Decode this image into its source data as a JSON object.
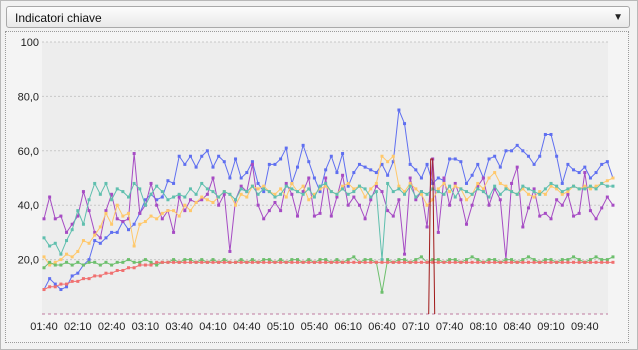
{
  "header": {
    "dropdown_label": "Indicatori chiave"
  },
  "icons": {
    "dropdown_arrow": "triangle-down-icon"
  },
  "colors": {
    "blue": "#5f6ff0",
    "purple": "#a64bc4",
    "orange": "#ffc86a",
    "teal": "#5fbfae",
    "green": "#6cbf6c",
    "red": "#f07070",
    "dark_red": "#a01818"
  },
  "chart_data": {
    "type": "line",
    "title": "",
    "xlabel": "",
    "ylabel": "",
    "ylim": [
      0,
      100
    ],
    "yticks": [
      "100",
      "80,0",
      "60,0",
      "40,0",
      "20,0"
    ],
    "ytick_values": [
      100,
      80,
      60,
      40,
      20
    ],
    "xticks": [
      "01:40",
      "02:10",
      "02:40",
      "03:10",
      "03:40",
      "04:10",
      "04:40",
      "05:10",
      "05:40",
      "06:10",
      "06:40",
      "07:10",
      "07:40",
      "08:10",
      "08:40",
      "09:10",
      "09:40"
    ],
    "x_start_minutes": 100,
    "x_step_minutes": 5,
    "grid": true,
    "legend": "none",
    "series": [
      {
        "color": "#5f6ff0",
        "values": [
          9,
          13,
          11,
          9,
          10,
          14,
          15,
          18,
          20,
          27,
          26,
          28,
          30,
          30,
          34,
          31,
          33,
          37,
          42,
          44,
          42,
          43,
          49,
          48,
          58,
          55,
          58,
          54,
          58,
          60,
          54,
          58,
          56,
          50,
          57,
          50,
          52,
          56,
          48,
          45,
          55,
          55,
          57,
          61,
          48,
          54,
          62,
          56,
          50,
          45,
          53,
          58,
          52,
          59,
          47,
          52,
          55,
          54,
          53,
          52,
          55,
          51,
          56,
          75,
          70,
          55,
          53,
          50,
          55,
          48,
          50,
          49,
          57,
          57,
          56,
          48,
          51,
          55,
          50,
          57,
          58,
          54,
          60,
          60,
          62,
          60,
          58,
          55,
          58,
          66,
          66,
          58,
          48,
          55,
          53,
          52,
          54,
          50,
          52,
          55,
          56,
          50
        ]
      },
      {
        "color": "#a64bc4",
        "values": [
          35,
          43,
          35,
          36,
          30,
          33,
          36,
          45,
          38,
          30,
          28,
          38,
          44,
          35,
          34,
          35,
          59,
          37,
          40,
          48,
          40,
          35,
          38,
          30,
          43,
          38,
          42,
          41,
          42,
          44,
          50,
          40,
          44,
          23,
          42,
          47,
          45,
          55,
          40,
          35,
          38,
          41,
          38,
          48,
          44,
          36,
          45,
          50,
          36,
          37,
          50,
          36,
          43,
          51,
          40,
          43,
          40,
          35,
          42,
          47,
          45,
          38,
          36,
          42,
          22,
          50,
          42,
          45,
          32,
          57,
          30,
          50,
          40,
          48,
          42,
          33,
          40,
          47,
          50,
          40,
          46,
          42,
          20,
          48,
          54,
          32,
          39,
          46,
          36,
          37,
          35,
          42,
          40,
          44,
          36,
          37,
          52,
          38,
          35,
          39,
          43,
          40
        ]
      },
      {
        "color": "#ffc86a",
        "values": [
          21,
          18,
          19,
          20,
          22,
          21,
          23,
          27,
          26,
          29,
          32,
          37,
          33,
          40,
          36,
          37,
          25,
          33,
          34,
          36,
          35,
          37,
          38,
          38,
          36,
          40,
          38,
          41,
          43,
          42,
          41,
          43,
          45,
          44,
          40,
          44,
          43,
          47,
          46,
          47,
          45,
          44,
          46,
          43,
          48,
          45,
          47,
          42,
          44,
          46,
          47,
          45,
          44,
          47,
          48,
          46,
          47,
          43,
          46,
          48,
          58,
          56,
          58,
          47,
          45,
          48,
          46,
          44,
          40,
          42,
          46,
          48,
          45,
          47,
          46,
          42,
          44,
          48,
          46,
          50,
          52,
          48,
          47,
          45,
          44,
          46,
          44,
          43,
          45,
          44,
          47,
          46,
          44,
          45,
          47,
          46,
          47,
          46,
          47,
          48,
          49,
          50
        ]
      },
      {
        "color": "#5fbfae",
        "values": [
          28,
          25,
          26,
          22,
          27,
          31,
          38,
          33,
          42,
          48,
          44,
          48,
          42,
          46,
          45,
          43,
          48,
          46,
          40,
          44,
          47,
          45,
          42,
          43,
          44,
          43,
          46,
          44,
          48,
          46,
          45,
          43,
          45,
          44,
          42,
          46,
          45,
          47,
          44,
          46,
          45,
          43,
          44,
          47,
          46,
          45,
          44,
          46,
          43,
          47,
          48,
          45,
          44,
          46,
          44,
          45,
          47,
          46,
          43,
          45,
          20,
          48,
          45,
          46,
          44,
          47,
          43,
          45,
          44,
          46,
          45,
          44,
          47,
          43,
          46,
          45,
          44,
          46,
          45,
          43,
          47,
          44,
          46,
          45,
          44,
          47,
          46,
          45,
          44,
          46,
          48,
          47,
          45,
          46,
          47,
          46,
          46,
          47,
          46,
          48,
          47,
          47
        ]
      },
      {
        "color": "#6cbf6c",
        "values": [
          17,
          19,
          18,
          18,
          19,
          18,
          19,
          18,
          19,
          19,
          18,
          19,
          18,
          19,
          19,
          20,
          19,
          19,
          20,
          19,
          18,
          19,
          19,
          20,
          19,
          20,
          20,
          19,
          20,
          19,
          20,
          19,
          20,
          19,
          19,
          20,
          19,
          20,
          19,
          20,
          20,
          19,
          20,
          19,
          20,
          20,
          19,
          20,
          19,
          20,
          20,
          19,
          20,
          19,
          20,
          21,
          19,
          20,
          20,
          19,
          8,
          20,
          19,
          20,
          20,
          19,
          20,
          21,
          19,
          20,
          20,
          19,
          20,
          20,
          19,
          20,
          21,
          20,
          19,
          20,
          20,
          19,
          20,
          20,
          19,
          20,
          21,
          20,
          19,
          20,
          20,
          19,
          20,
          20,
          21,
          20,
          19,
          20,
          21,
          20,
          20,
          21
        ]
      },
      {
        "color": "#f07070",
        "values": [
          9,
          10,
          10,
          11,
          11,
          12,
          12,
          13,
          13,
          14,
          14,
          15,
          15,
          16,
          16,
          17,
          17,
          18,
          18,
          18,
          19,
          19,
          19,
          19,
          19,
          19,
          19,
          19,
          19,
          19,
          19,
          19,
          19,
          19,
          19,
          19,
          19,
          19,
          19,
          19,
          19,
          19,
          19,
          19,
          19,
          19,
          19,
          19,
          19,
          19,
          19,
          19,
          19,
          19,
          19,
          19,
          19,
          19,
          19,
          19,
          19,
          19,
          19,
          19,
          19,
          19,
          19,
          19,
          19,
          19,
          19,
          19,
          19,
          19,
          19,
          19,
          19,
          19,
          19,
          19,
          19,
          19,
          19,
          19,
          19,
          19,
          19,
          19,
          19,
          19,
          19,
          19,
          19,
          19,
          19,
          19,
          19,
          19,
          19,
          19,
          19,
          19
        ]
      },
      {
        "color": "#a01818",
        "values": [
          0,
          0,
          0,
          0,
          0,
          0,
          0,
          0,
          0,
          0,
          0,
          0,
          0,
          0,
          0,
          0,
          0,
          0,
          0,
          0,
          0,
          0,
          0,
          0,
          0,
          0,
          0,
          0,
          0,
          0,
          0,
          0,
          0,
          0,
          0,
          0,
          0,
          0,
          0,
          0,
          0,
          0,
          0,
          0,
          0,
          0,
          0,
          0,
          0,
          0,
          0,
          0,
          0,
          0,
          0,
          0,
          0,
          0,
          0,
          0,
          0,
          0,
          0,
          0,
          0,
          0,
          0,
          0,
          0,
          57,
          0,
          0,
          0,
          0,
          0,
          0,
          0,
          0,
          0,
          0,
          0,
          0,
          0,
          0,
          0,
          0,
          0,
          0,
          0,
          0,
          0,
          0,
          0,
          0,
          0,
          0,
          0,
          0,
          0,
          0,
          0,
          0
        ]
      }
    ]
  }
}
